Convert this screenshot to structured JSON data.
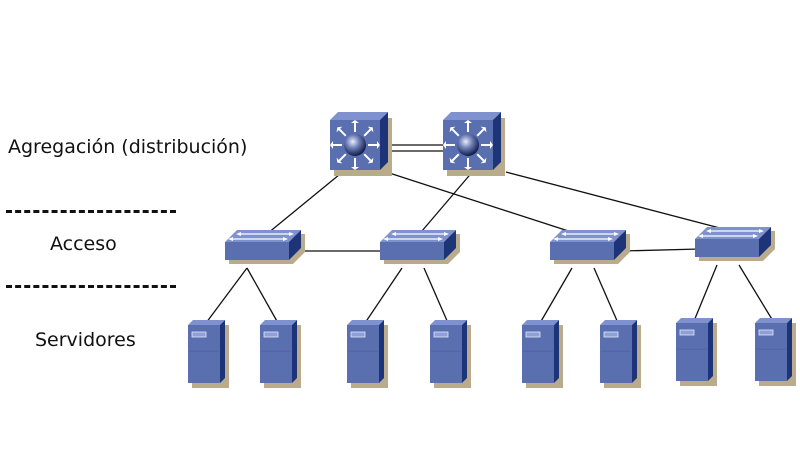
{
  "tiers": [
    {
      "id": "aggregation",
      "label": "Agregación (distribución)"
    },
    {
      "id": "access",
      "label": "Acceso"
    },
    {
      "id": "servers",
      "label": "Servidores"
    }
  ],
  "dividers": [
    "aggregation-access",
    "access-servers"
  ],
  "nodes": {
    "core_switches": [
      {
        "id": "agg-1",
        "type": "multilayer-switch"
      },
      {
        "id": "agg-2",
        "type": "multilayer-switch"
      }
    ],
    "access_switches": [
      {
        "id": "acc-1",
        "type": "workgroup-switch"
      },
      {
        "id": "acc-2",
        "type": "workgroup-switch"
      },
      {
        "id": "acc-3",
        "type": "workgroup-switch"
      },
      {
        "id": "acc-4",
        "type": "workgroup-switch"
      }
    ],
    "servers": [
      {
        "id": "srv-1",
        "parent": "acc-1"
      },
      {
        "id": "srv-2",
        "parent": "acc-1"
      },
      {
        "id": "srv-3",
        "parent": "acc-2"
      },
      {
        "id": "srv-4",
        "parent": "acc-2"
      },
      {
        "id": "srv-5",
        "parent": "acc-3"
      },
      {
        "id": "srv-6",
        "parent": "acc-3"
      },
      {
        "id": "srv-7",
        "parent": "acc-4"
      },
      {
        "id": "srv-8",
        "parent": "acc-4"
      }
    ]
  },
  "links": [
    {
      "from": "agg-1",
      "to": "agg-2",
      "style": "double"
    },
    {
      "from": "agg-1",
      "to": "acc-1"
    },
    {
      "from": "agg-1",
      "to": "acc-3"
    },
    {
      "from": "agg-2",
      "to": "acc-2"
    },
    {
      "from": "agg-2",
      "to": "acc-4"
    },
    {
      "from": "acc-1",
      "to": "acc-2"
    },
    {
      "from": "acc-3",
      "to": "acc-4"
    }
  ],
  "colors": {
    "device_front": "#5a6fb0",
    "device_top": "#7f92cf",
    "device_side": "#1d3478",
    "shadow": "#b9ab8c",
    "link": "#111111"
  }
}
